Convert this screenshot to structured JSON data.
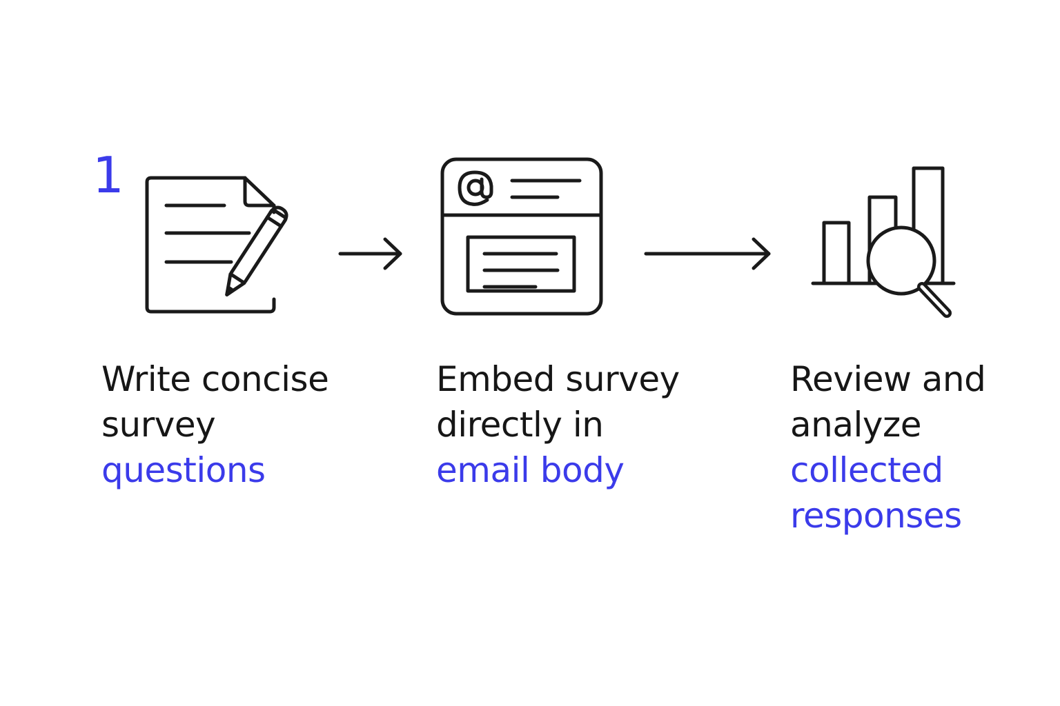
{
  "colors": {
    "accent": "#3b3bea",
    "text": "#161616",
    "stroke": "#1a1a1a",
    "background": "#ffffff"
  },
  "step_number": "1",
  "steps": [
    {
      "icon": "document-pencil-icon",
      "lines": [
        "Write concise",
        "survey"
      ],
      "highlight": [
        "questions"
      ]
    },
    {
      "icon": "email-window-icon",
      "lines": [
        "Embed survey",
        "directly in"
      ],
      "highlight": [
        "email body"
      ]
    },
    {
      "icon": "chart-magnifier-icon",
      "lines": [
        "Review and",
        "analyze"
      ],
      "highlight": [
        "collected",
        "responses"
      ]
    }
  ]
}
